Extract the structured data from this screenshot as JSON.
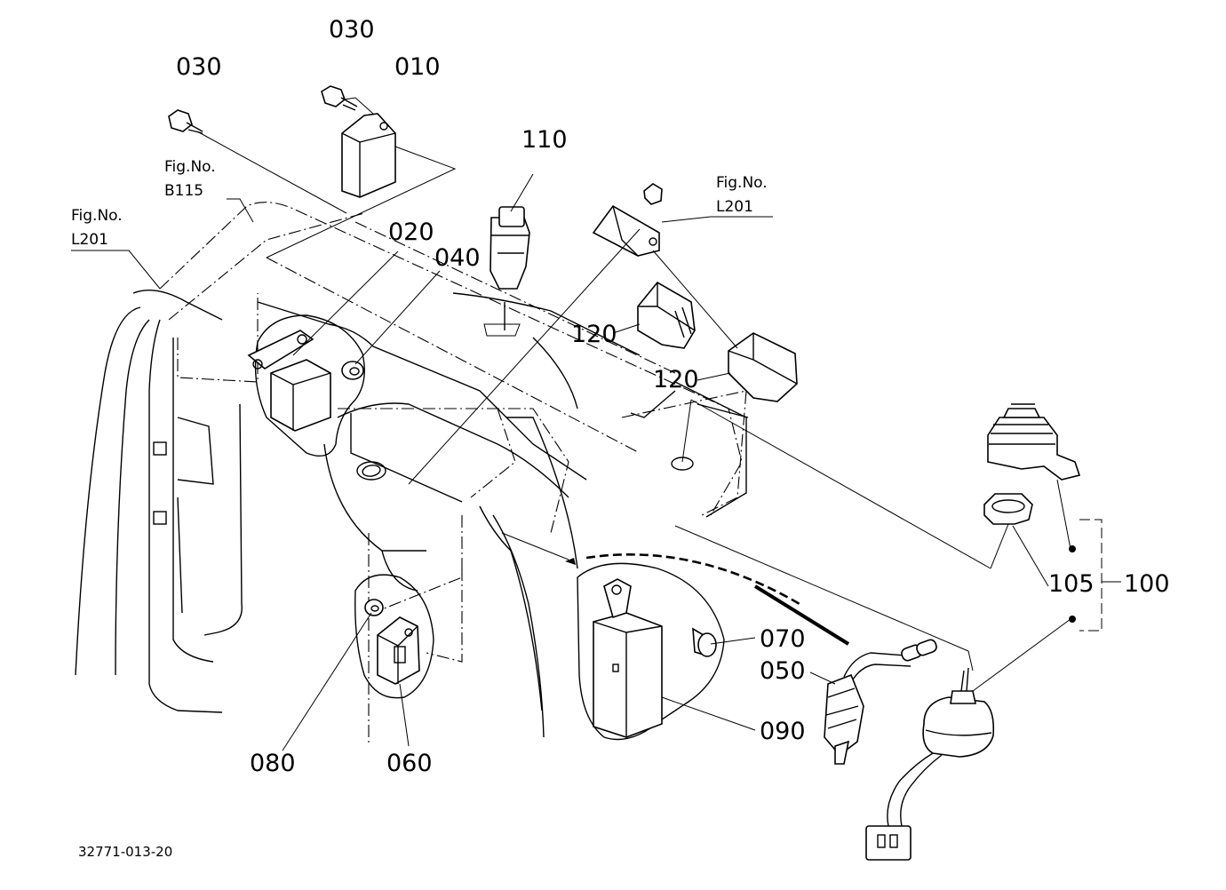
{
  "diagram": {
    "part_labels": {
      "p030a": "030",
      "p030b": "030",
      "p010": "010",
      "p110": "110",
      "p020": "020",
      "p040": "040",
      "p120a": "120",
      "p120b": "120",
      "p105": "105",
      "p100": "100",
      "p070": "070",
      "p050": "050",
      "p090": "090",
      "p080": "080",
      "p060": "060"
    },
    "figure_refs": {
      "b115": {
        "title": "Fig.No.",
        "number": "B115"
      },
      "l201_left": {
        "title": "Fig.No.",
        "number": "L201"
      },
      "l201_right": {
        "title": "Fig.No.",
        "number": "L201"
      }
    },
    "drawing_code": "32771-013-20"
  }
}
